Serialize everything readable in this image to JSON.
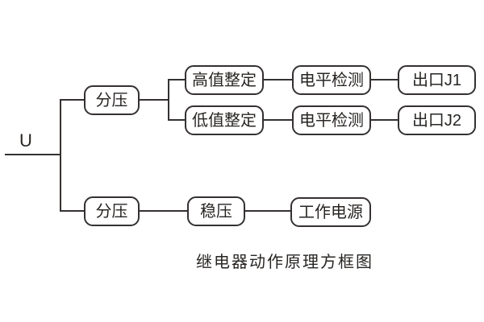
{
  "diagram": {
    "caption": "继电器动作原理方框图",
    "input_label": "U",
    "nodes": [
      {
        "id": "divider-top",
        "label": "分压"
      },
      {
        "id": "high-setting",
        "label": "高值整定"
      },
      {
        "id": "level-detect-1",
        "label": "电平检测"
      },
      {
        "id": "output-j1",
        "label": "出口J1"
      },
      {
        "id": "low-setting",
        "label": "低值整定"
      },
      {
        "id": "level-detect-2",
        "label": "电平检测"
      },
      {
        "id": "output-j2",
        "label": "出口J2"
      },
      {
        "id": "divider-bottom",
        "label": "分压"
      },
      {
        "id": "regulator",
        "label": "稳压"
      },
      {
        "id": "working-power",
        "label": "工作电源"
      }
    ],
    "colors": {
      "background": "#ffffff",
      "line": "#343130",
      "box_border": "#343130",
      "box_fill": "#ffffff",
      "text": "#282523"
    }
  }
}
